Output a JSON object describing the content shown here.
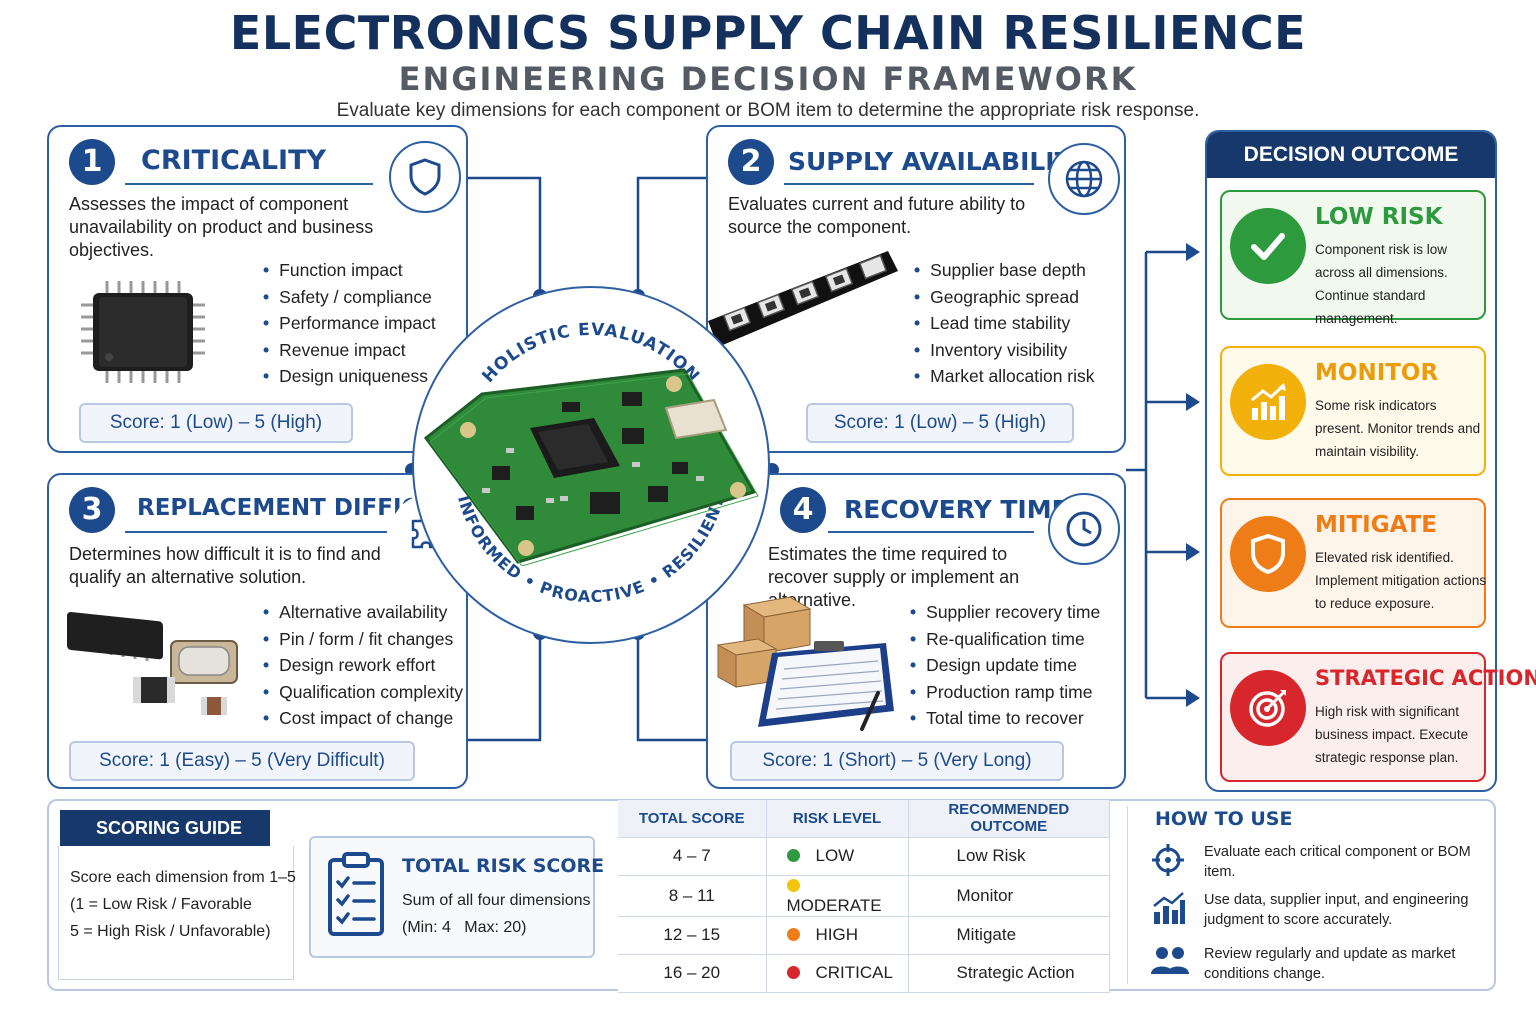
{
  "header": {
    "title": "ELECTRONICS SUPPLY CHAIN RESILIENCE",
    "subtitle": "ENGINEERING DECISION FRAMEWORK",
    "intro": "Evaluate key dimensions for each component or BOM item to determine the appropriate risk response."
  },
  "panels": [
    {
      "number": "1",
      "title": "CRITICALITY",
      "icon": "shield-icon",
      "description": "Assesses the impact of component unavailability on product and business objectives.",
      "bullets": [
        "Function impact",
        "Safety / compliance",
        "Performance impact",
        "Revenue impact",
        "Design uniqueness"
      ],
      "score": "Score: 1 (Low) – 5 (High)"
    },
    {
      "number": "2",
      "title": "SUPPLY AVAILABILITY",
      "icon": "globe-icon",
      "description": "Evaluates current and future ability to source the component.",
      "bullets": [
        "Supplier base depth",
        "Geographic spread",
        "Lead time stability",
        "Inventory visibility",
        "Market allocation risk"
      ],
      "score": "Score: 1 (Low) – 5 (High)"
    },
    {
      "number": "3",
      "title": "REPLACEMENT DIFFICULTY",
      "icon": "puzzle-icon",
      "description": "Determines how difficult it is to find and qualify an alternative solution.",
      "bullets": [
        "Alternative availability",
        "Pin / form / fit changes",
        "Design rework effort",
        "Qualification complexity",
        "Cost impact of change"
      ],
      "score": "Score: 1 (Easy) – 5 (Very Difficult)"
    },
    {
      "number": "4",
      "title": "RECOVERY TIME",
      "icon": "clock-icon",
      "description": "Estimates the time required to recover supply or implement an alternative.",
      "bullets": [
        "Supplier recovery time",
        "Re-qualification time",
        "Design update time",
        "Production ramp time",
        "Total time to recover"
      ],
      "score": "Score: 1 (Short) – 5 (Very Long)"
    }
  ],
  "center": {
    "top_text": "HOLISTIC EVALUATION",
    "bottom_text": "INFORMED • PROACTIVE • RESILIENT"
  },
  "outcome": {
    "heading": "DECISION OUTCOME",
    "cards": [
      {
        "title": "LOW RISK",
        "text": "Component risk is low across all dimensions. Continue standard management.",
        "color": "#2e9a3e",
        "bg": "#f1f9ef",
        "icon": "check-icon"
      },
      {
        "title": "MONITOR",
        "text": "Some risk indicators present. Monitor trends and maintain visibility.",
        "color": "#f2b10a",
        "bg": "#fffaea",
        "icon": "trend-chart-icon"
      },
      {
        "title": "MITIGATE",
        "text": "Elevated risk identified. Implement mitigation actions to reduce exposure.",
        "color": "#ee7d18",
        "bg": "#fff4ea",
        "icon": "shield-icon"
      },
      {
        "title": "STRATEGIC ACTION",
        "text": "High risk with significant business impact. Execute strategic response plan.",
        "color": "#d8262d",
        "bg": "#fdeeee",
        "icon": "target-icon"
      }
    ]
  },
  "scoring_guide": {
    "heading": "SCORING GUIDE",
    "line1": "Score each dimension from 1–5",
    "line2": "(1 = Low Risk / Favorable",
    "line3": "5 = High Risk / Unfavorable)"
  },
  "total_risk": {
    "title": "TOTAL RISK SCORE",
    "line1": "Sum of all four dimensions",
    "line2": "(Min: 4   Max: 20)"
  },
  "table": {
    "headers": [
      "TOTAL SCORE",
      "RISK LEVEL",
      "RECOMMENDED OUTCOME"
    ],
    "rows": [
      {
        "score": "4 – 7",
        "level": "LOW",
        "outcome": "Low Risk",
        "color": "#2e9a3e"
      },
      {
        "score": "8 – 11",
        "level": "MODERATE",
        "outcome": "Monitor",
        "color": "#f2c40a"
      },
      {
        "score": "12 – 15",
        "level": "HIGH",
        "outcome": "Mitigate",
        "color": "#ee7d18"
      },
      {
        "score": "16 – 20",
        "level": "CRITICAL",
        "outcome": "Strategic Action",
        "color": "#d8262d"
      }
    ]
  },
  "how_to_use": {
    "title": "HOW TO USE",
    "items": [
      {
        "icon": "crosshair-icon",
        "text": "Evaluate each critical component or BOM item."
      },
      {
        "icon": "bar-chart-icon",
        "text": "Use data, supplier input, and engineering judgment to score accurately."
      },
      {
        "icon": "team-icon",
        "text": "Review regularly and update as market conditions change."
      }
    ]
  },
  "colors": {
    "navy": "#14315e",
    "accent": "#1d4a8c",
    "line": "#2f5fa3"
  }
}
